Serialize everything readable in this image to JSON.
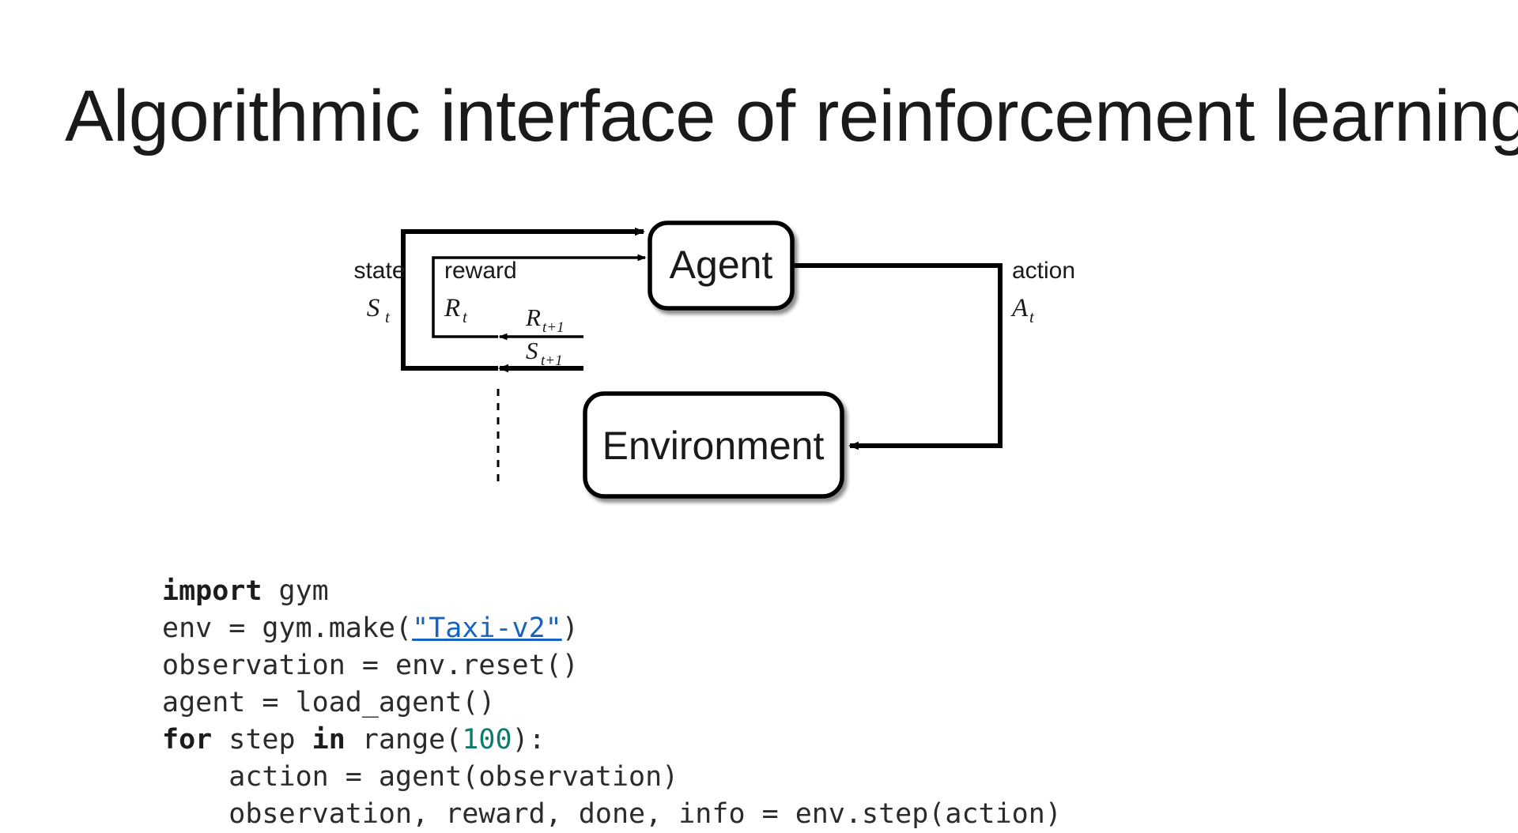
{
  "slide": {
    "title": "Algorithmic interface of reinforcement learning",
    "background_color": "#ffffff",
    "text_color": "#1a1a1a"
  },
  "diagram": {
    "name": "agent-environment-interaction-loop",
    "type": "flow-diagram",
    "nodes": [
      {
        "id": "agent",
        "label": "Agent"
      },
      {
        "id": "environment",
        "label": "Environment"
      }
    ],
    "edge_labels": {
      "state_word": "state",
      "state_symbol": "S",
      "state_subscript": "t",
      "reward_word": "reward",
      "reward_symbol": "R",
      "reward_subscript": "t",
      "action_word": "action",
      "action_symbol": "A",
      "action_subscript": "t",
      "reward_next_symbol": "R",
      "reward_next_subscript": "t+1",
      "state_next_symbol": "S",
      "state_next_subscript": "t+1"
    },
    "stroke_color": "#000000"
  },
  "code": {
    "language": "python",
    "colors": {
      "keyword": "#1c1c1c",
      "string_link": "#1565c0",
      "number": "#0e7c6b",
      "plain": "#2b2b2b"
    },
    "lines": [
      {
        "id": "line-1",
        "tokens": [
          {
            "t": "kw",
            "v": "import"
          },
          {
            "t": "plain",
            "v": " gym"
          }
        ]
      },
      {
        "id": "line-2",
        "tokens": [
          {
            "t": "plain",
            "v": "env = gym.make("
          },
          {
            "t": "str",
            "v": "\"Taxi-v2\""
          },
          {
            "t": "plain",
            "v": ")"
          }
        ]
      },
      {
        "id": "line-3",
        "tokens": [
          {
            "t": "plain",
            "v": "observation = env.reset()"
          }
        ]
      },
      {
        "id": "line-4",
        "tokens": [
          {
            "t": "plain",
            "v": "agent = load_agent()"
          }
        ]
      },
      {
        "id": "line-5",
        "tokens": [
          {
            "t": "kw",
            "v": "for"
          },
          {
            "t": "plain",
            "v": " step "
          },
          {
            "t": "kw",
            "v": "in"
          },
          {
            "t": "plain",
            "v": " range("
          },
          {
            "t": "num",
            "v": "100"
          },
          {
            "t": "plain",
            "v": "):"
          }
        ]
      },
      {
        "id": "line-6",
        "tokens": [
          {
            "t": "plain",
            "v": "    action = agent(observation)"
          }
        ]
      },
      {
        "id": "line-7",
        "tokens": [
          {
            "t": "plain",
            "v": "    observation, reward, done, info = env.step(action)"
          }
        ]
      }
    ]
  }
}
